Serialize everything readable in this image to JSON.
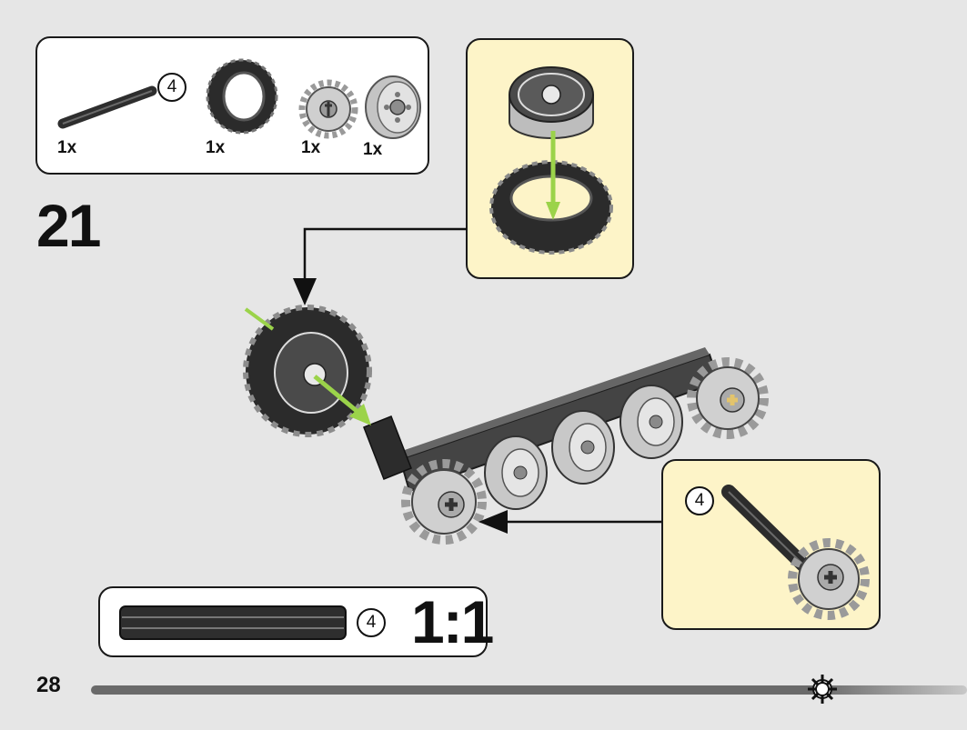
{
  "step": {
    "number": "21"
  },
  "parts_list": {
    "items": [
      {
        "part": "axle",
        "length_badge": "4",
        "qty": "1x"
      },
      {
        "part": "tire",
        "qty": "1x"
      },
      {
        "part": "gear",
        "qty": "1x"
      },
      {
        "part": "wheel-rim",
        "qty": "1x"
      }
    ]
  },
  "callout_axle_gear": {
    "length_badge": "4"
  },
  "scale_box": {
    "length_badge": "4",
    "scale": "1:1"
  },
  "footer": {
    "page_number": "28"
  },
  "colors": {
    "background": "#e6e6e6",
    "callout_bg": "#fdf4c8",
    "arrow_green": "#9bd34a",
    "part_dark": "#3a3a3a",
    "part_light": "#bdbdbd"
  }
}
